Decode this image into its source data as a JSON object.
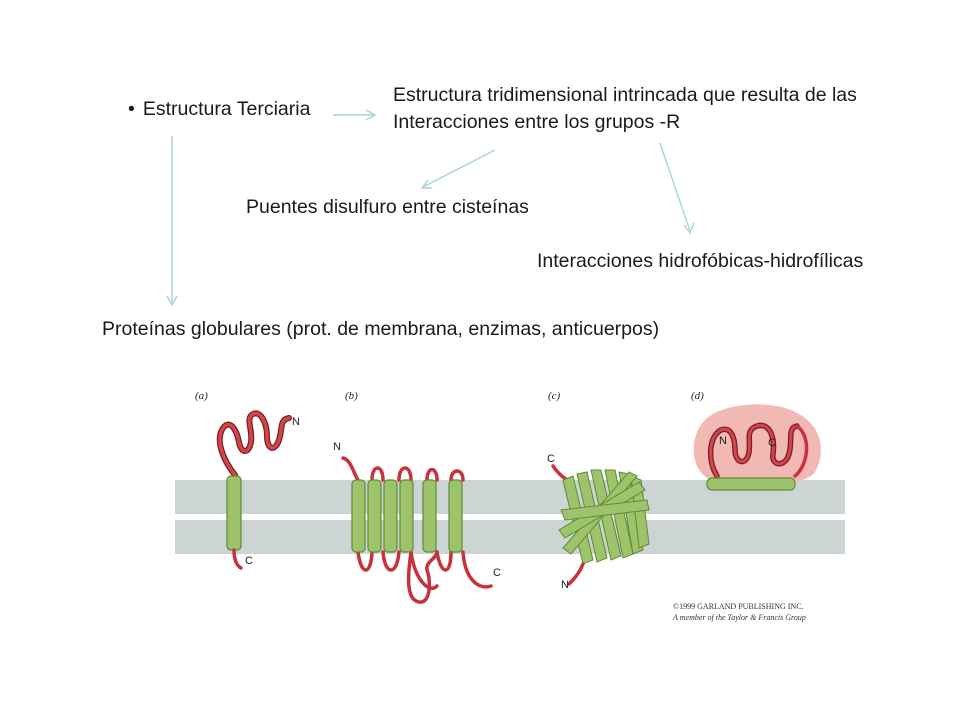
{
  "main": {
    "bullet": "•",
    "topic": "Estructura Terciaria",
    "definition_line1": "Estructura tridimensional intrincada que resulta de las",
    "definition_line2": "Interacciones entre los grupos  -R",
    "disulfide": "Puentes disulfuro entre cisteínas",
    "hydrophobic": "Interacciones hidrofóbicas-hidrofílicas",
    "globular": "Proteínas globulares (prot. de membrana, enzimas, anticuerpos)"
  },
  "figure": {
    "panels": [
      {
        "label": "(a)",
        "n": "N",
        "c": "C"
      },
      {
        "label": "(b)",
        "n": "N",
        "c": "C"
      },
      {
        "label": "(c)",
        "n": "N",
        "c": "C"
      },
      {
        "label": "(d)",
        "n": "N",
        "c": "C"
      }
    ],
    "credit_line1": "©1999 GARLAND PUBLISHING INC.",
    "credit_line2": "A member of the Taylor & Francis Group",
    "colors": {
      "membrane": "#cdd4d4",
      "helix": "#9dc46a",
      "helix_dark": "#5f8a3a",
      "loop": "#c8323c",
      "blob": "#f2b8b4",
      "arrow": "#a8d4dc"
    }
  }
}
